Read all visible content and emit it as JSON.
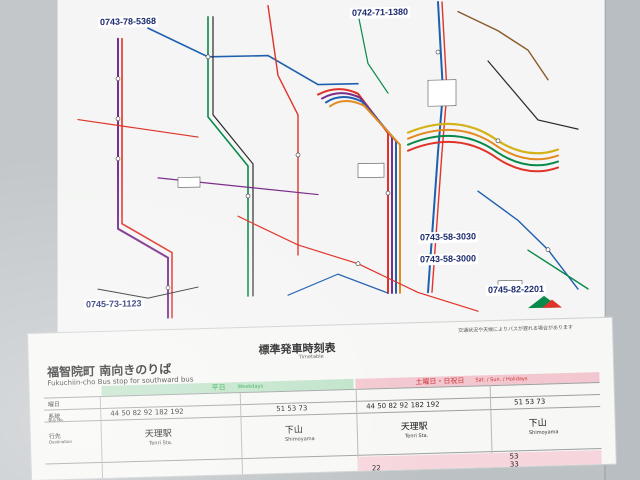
{
  "map": {
    "phones": [
      "0743-78-5368",
      "0742-71-1380",
      "0743-58-3030",
      "0743-58-3000",
      "0745-73-1123",
      "0745-82-2201"
    ],
    "line_colors": [
      "#7b2d8b",
      "#e0342a",
      "#1f5fb0",
      "#0a8a4a",
      "#e58a1f",
      "#d4b21a",
      "#2a2a2a",
      "#8a5a2b"
    ]
  },
  "timetable": {
    "stop_name_ja": "福智院町 南向きのりば",
    "stop_name_en": "Fukuchiin-cho Bus stop for southward bus",
    "heading_ja": "標準発車時刻表",
    "heading_en": "Timetable",
    "note": "交通状況や天候によりバスが遅れる場合があります",
    "weekday_label": "平日",
    "weekday_en": "Weekdays",
    "weekend_label": "土曜日・日祝日",
    "weekend_en": "Sat. / Sun. / Holidays",
    "row_labels": {
      "day": "曜日",
      "bus_no": "系統",
      "bus_no_en": "Bus No.",
      "dest": "行先",
      "dest_en": "Destination"
    },
    "weekday_routes_a": "44 50 82 92 182 192",
    "weekday_routes_b": "51 53 73",
    "weekend_routes_a": "44 50 82 92 182 192",
    "weekend_routes_b": "51 53 73",
    "dest_tenri": "天理駅",
    "dest_tenri_en": "Tenri Sta.",
    "dest_shimo": "下山",
    "dest_shimo_en": "Shimoyama",
    "hours": [
      "22",
      "33",
      "53"
    ]
  }
}
